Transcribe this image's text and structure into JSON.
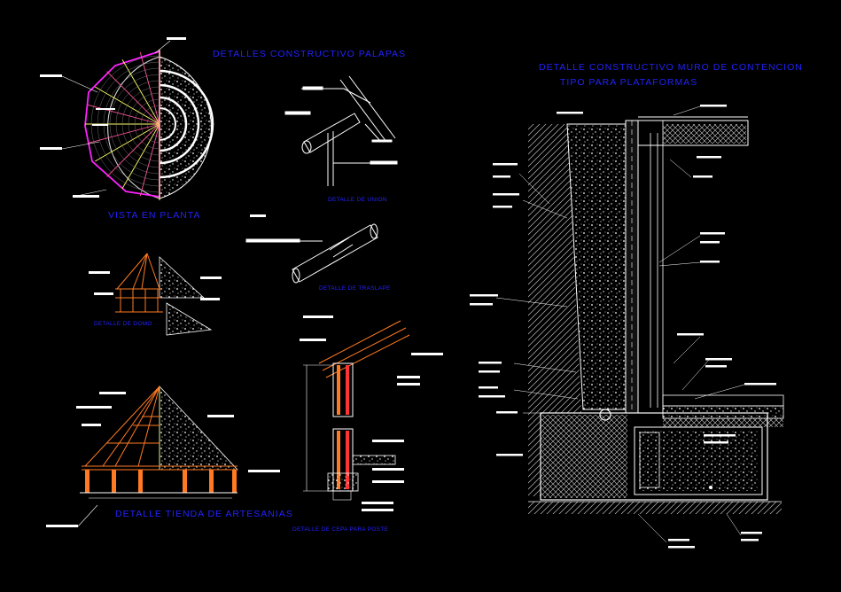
{
  "titles": {
    "palapas": "DETALLES CONSTRUCTIVO PALAPAS",
    "muro_line1": "DETALLE CONSTRUCTIVO MURO DE CONTENCION",
    "muro_line2": "TIPO PARA PLATAFORMAS",
    "vista_planta": "VISTA EN PLANTA",
    "detalle_union": "DETALLE DE UNION",
    "detalle_traslape": "DETALLE DE TRASLAPE",
    "detalle_domo": "DETALLE DE DOMO",
    "tienda": "DETALLE TIENDA DE ARTESANIAS",
    "cepa": "DETALLE DE CEPA PARA POSTE"
  },
  "colors": {
    "title_blue": "#2222ff",
    "line_white": "#ffffff",
    "roof_magenta": "#ff22ff",
    "rib_yellow": "#ffff66",
    "wood_orange": "#ff7a22",
    "post_red": "#ff3333",
    "grey": "#a8a8a8"
  }
}
